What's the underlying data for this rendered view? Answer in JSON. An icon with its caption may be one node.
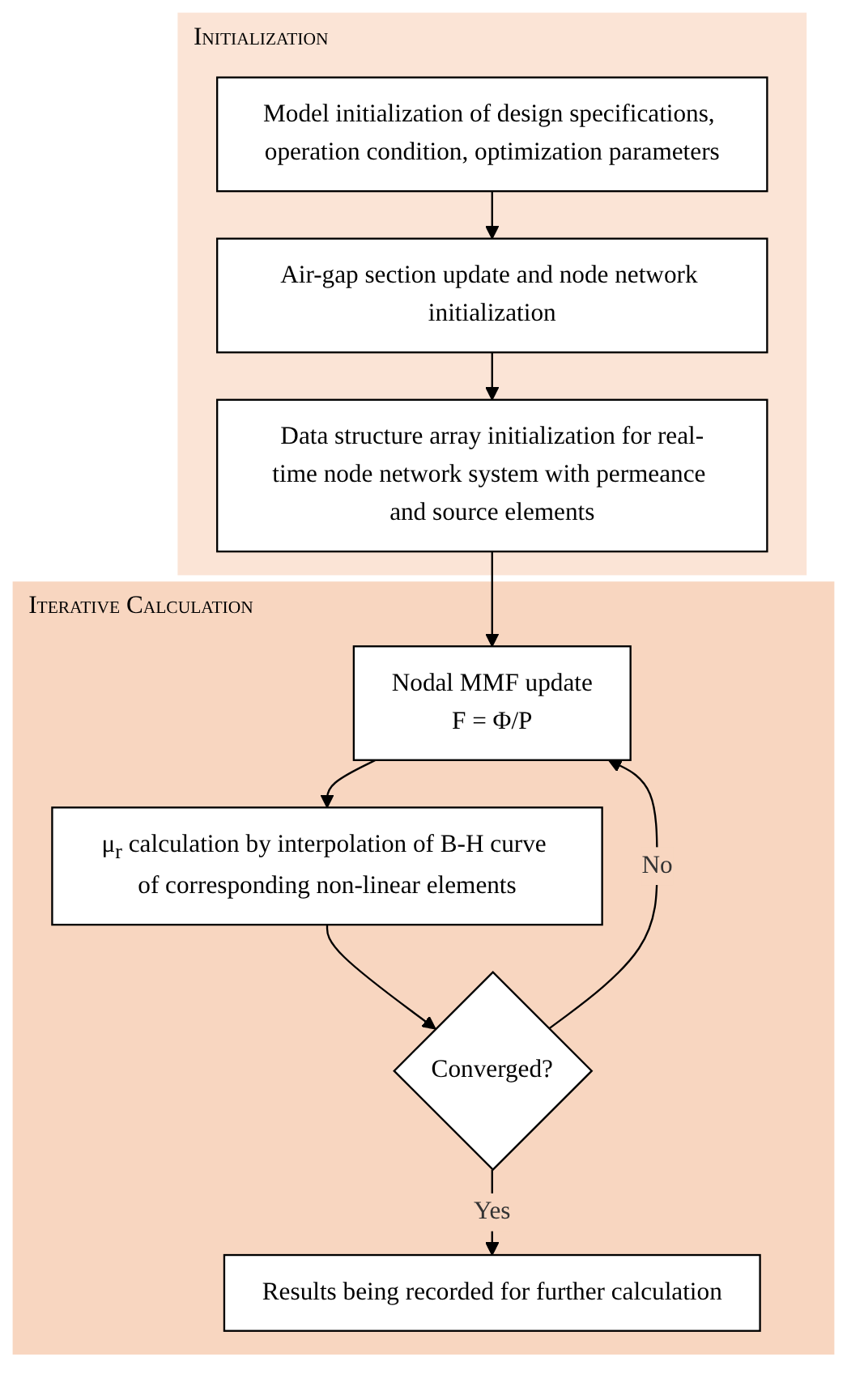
{
  "diagram": {
    "nodes": [
      {
        "text": [
          "Initialization"
        ]
      },
      {
        "text": [
          "Model initialization of design specifications, operation condition, optimization parameters"
        ],
        "in": 0
      },
      {
        "text": [
          "Air-gap section update and node network initialization"
        ],
        "in": 0
      },
      {
        "text": [
          "Data structure array initialization for real-time node network system with permeance and source elements"
        ],
        "in": 0
      },
      {
        "text": [
          "Iterative Calculation"
        ]
      },
      {
        "text": [
          "Nodal MMF update",
          "F = Φ/P"
        ],
        "in": 4
      },
      {
        "text": [
          "μ$_{r}$ calculation by interpolation of B-H curve of corresponding non-linear elements"
        ],
        "in": 4
      },
      {
        "text": [
          "Converged?"
        ],
        "in": 4
      },
      {
        "text": [
          "Results being recorded for further calculation"
        ],
        "in": 4
      }
    ],
    "edges": [
      {
        "from": 1,
        "to": 2,
        "arrow": "to"
      },
      {
        "from": 2,
        "to": 3,
        "arrow": "to"
      },
      {
        "from": 3,
        "to": 5,
        "arrow": "to"
      },
      {
        "from": 5,
        "to": 6,
        "arrow": "to"
      },
      {
        "from": 6,
        "to": 7,
        "arrow": "to"
      },
      {
        "from": 7,
        "to": 5,
        "arrow": "to",
        "label": "No"
      },
      {
        "from": 7,
        "to": 8,
        "arrow": "to",
        "label": "Yes"
      }
    ]
  }
}
